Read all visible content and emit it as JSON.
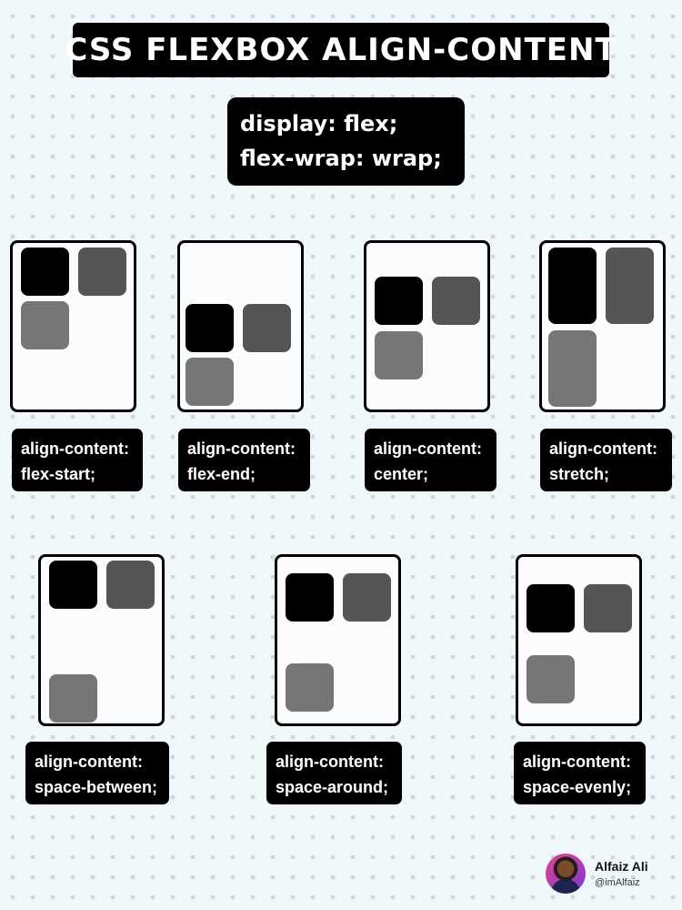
{
  "title": "CSS FLEXBOX ALIGN-CONTENT",
  "code": {
    "line1": "display: flex;",
    "line2": "flex-wrap: wrap;"
  },
  "examples": [
    {
      "property": "align-content:",
      "value": "flex-start;"
    },
    {
      "property": "align-content:",
      "value": "flex-end;"
    },
    {
      "property": "align-content:",
      "value": "center;"
    },
    {
      "property": "align-content:",
      "value": "stretch;"
    },
    {
      "property": "align-content:",
      "value": "space-between;"
    },
    {
      "property": "align-content:",
      "value": "space-around;"
    },
    {
      "property": "align-content:",
      "value": "space-evenly;"
    }
  ],
  "colors": {
    "item_1": "#000000",
    "item_2": "#555555",
    "item_3": "#767676",
    "background": "#f1f8fb"
  },
  "author": {
    "name": "Alfaiz Ali",
    "handle": "@imAlfaiz"
  }
}
